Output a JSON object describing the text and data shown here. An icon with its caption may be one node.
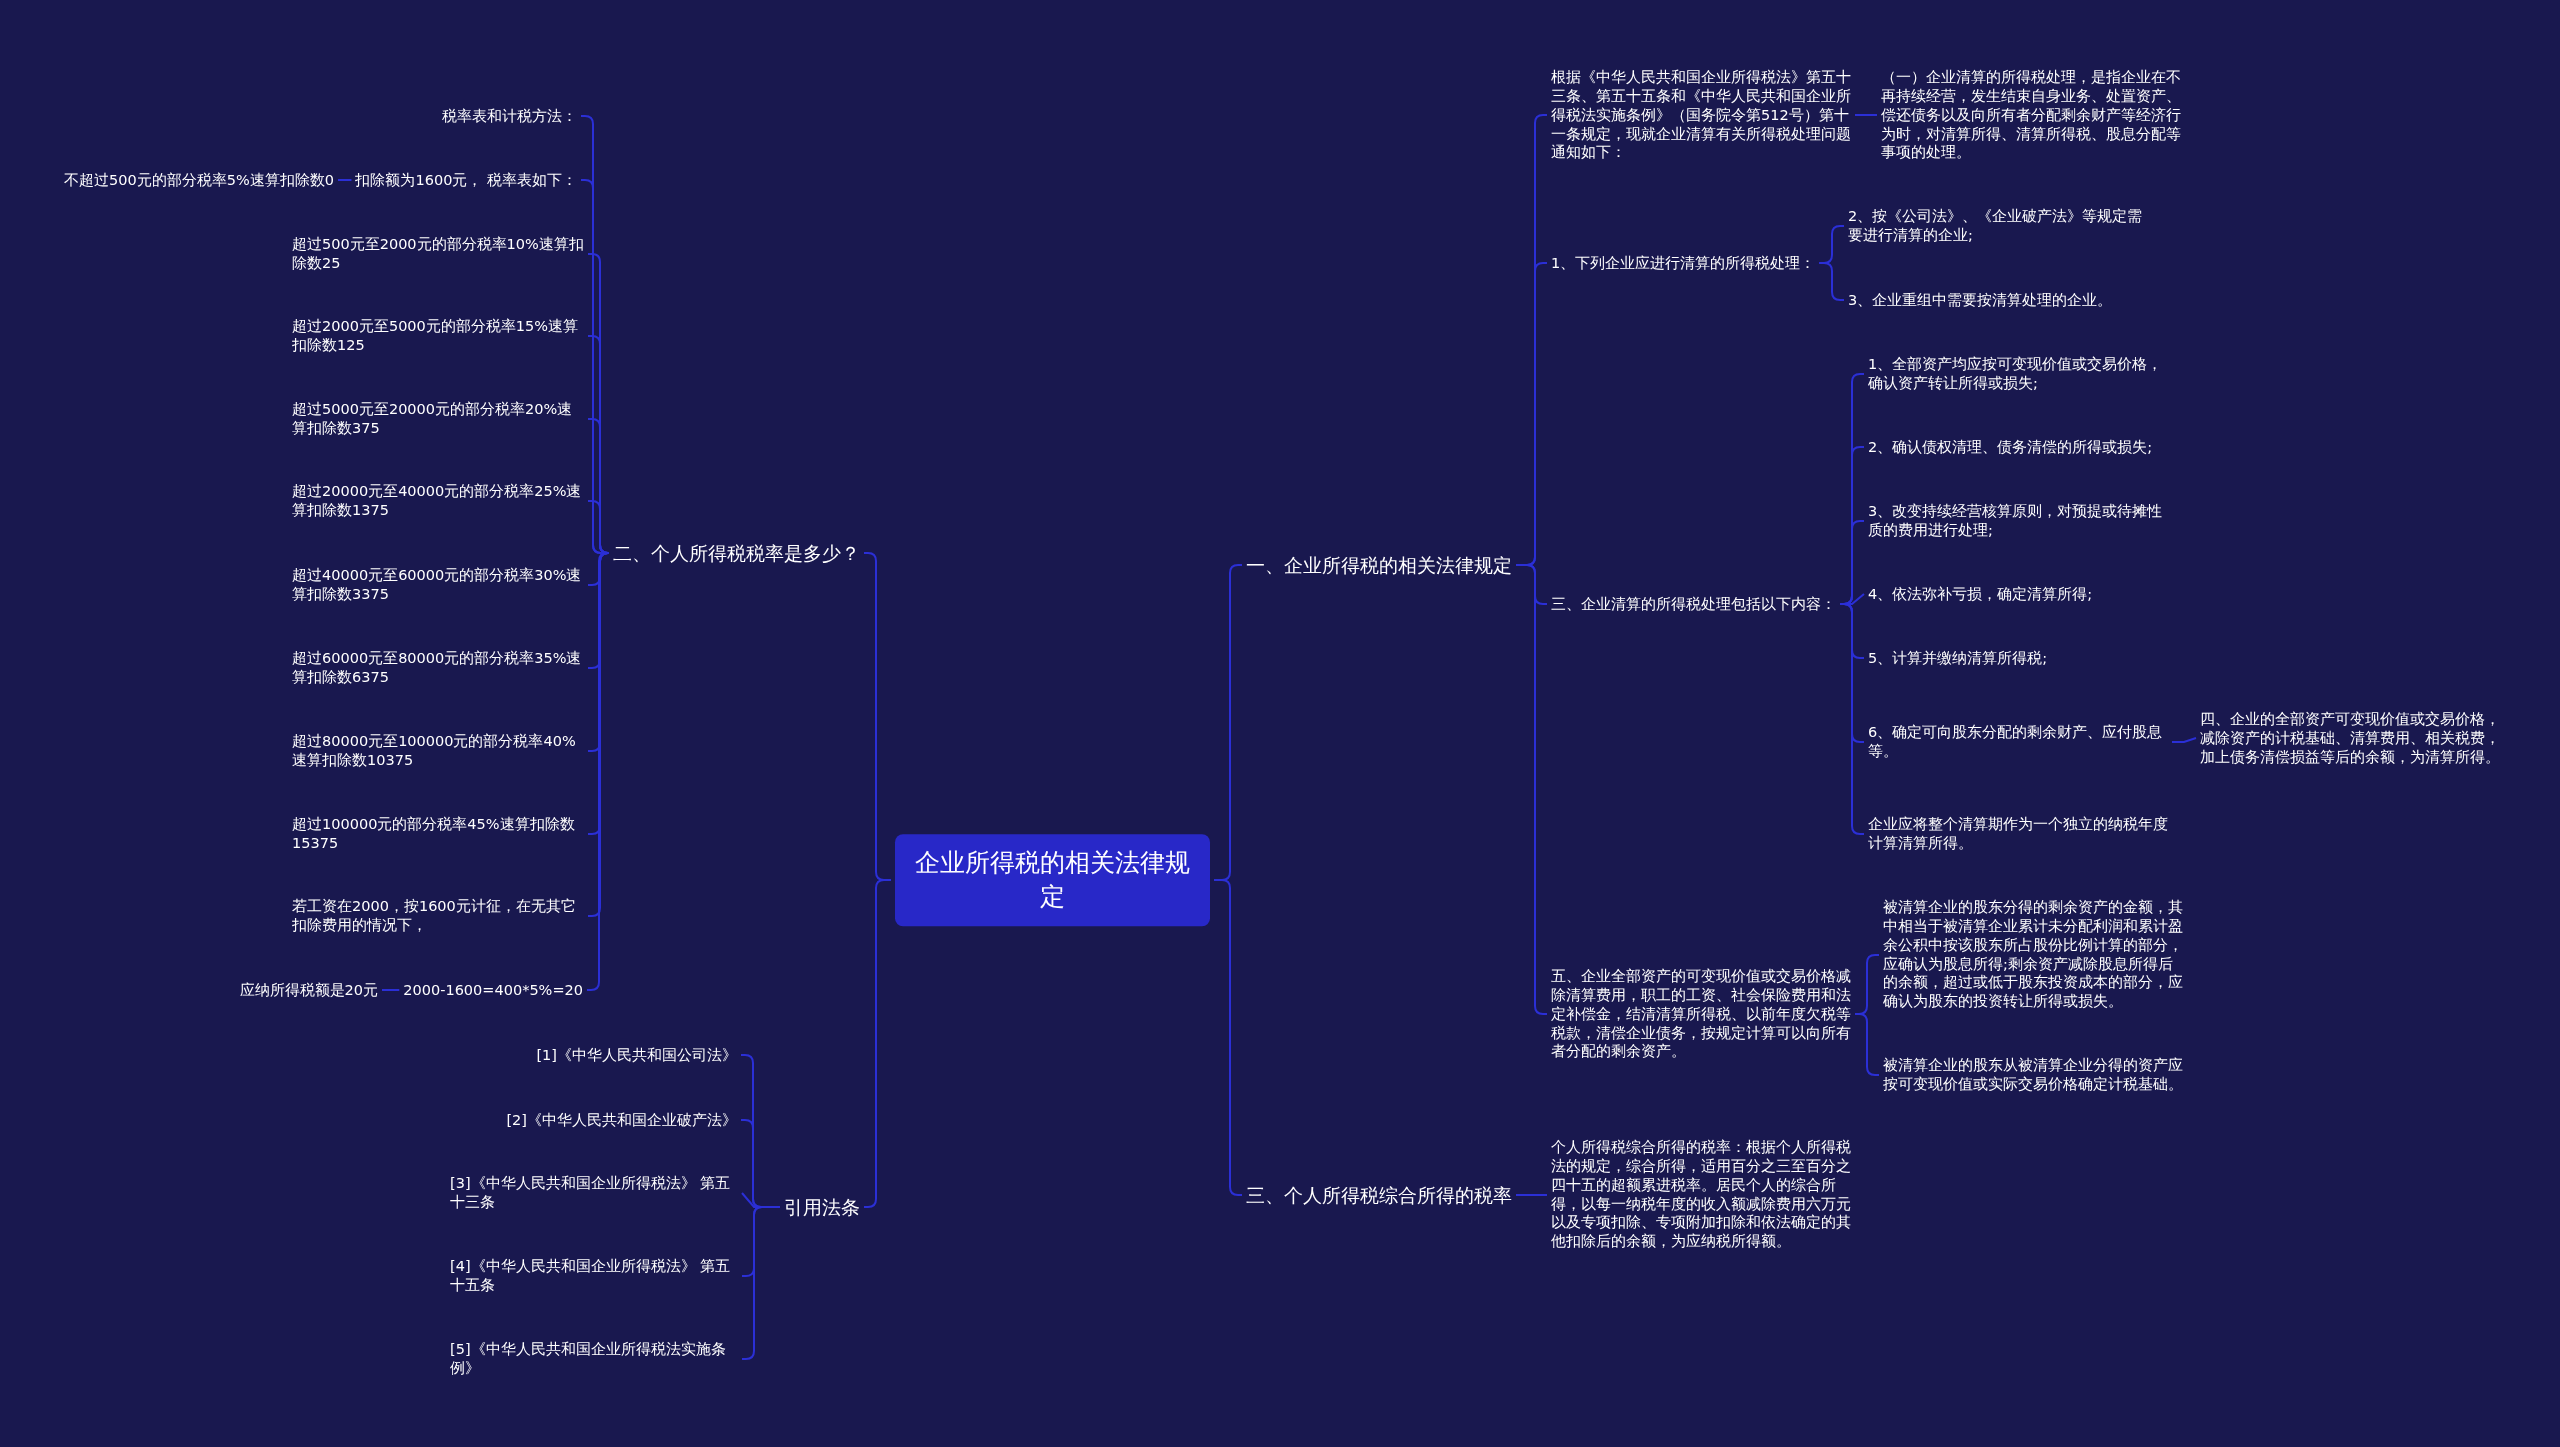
{
  "diagram": {
    "nodes": [
      {
        "text": [
          "企业所得税的相关法律规定"
        ]
      },
      {
        "text": [
          "一、企业所得税的相关法律规定"
        ]
      },
      {
        "text": [
          "根据《中华人民共和国企业所得税法》第五十三条、第五十五条和《中华人民共和国企业所得税法实施条例》（国务院令第512号）第十一条规定，现就企业清算有关所得税处理问题通知如下："
        ]
      },
      {
        "text": [
          "（一）企业清算的所得税处理，是指企业在不再持续经营，发生结束自身业务、处置资产、偿还债务以及向所有者分配剩余财产等经济行为时，对清算所得、清算所得税、股息分配等事项的处理。"
        ]
      },
      {
        "text": [
          "1、下列企业应进行清算的所得税处理："
        ]
      },
      {
        "text": [
          "2、按《公司法》、《企业破产法》等规定需要进行清算的企业;"
        ]
      },
      {
        "text": [
          "3、企业重组中需要按清算处理的企业。"
        ]
      },
      {
        "text": [
          "三、企业清算的所得税处理包括以下内容："
        ]
      },
      {
        "text": [
          "1、全部资产均应按可变现价值或交易价格，确认资产转让所得或损失;"
        ]
      },
      {
        "text": [
          "2、确认债权清理、债务清偿的所得或损失;"
        ]
      },
      {
        "text": [
          "3、改变持续经营核算原则，对预提或待摊性质的费用进行处理;"
        ]
      },
      {
        "text": [
          "4、依法弥补亏损，确定清算所得;"
        ]
      },
      {
        "text": [
          "5、计算并缴纳清算所得税;"
        ]
      },
      {
        "text": [
          "6、确定可向股东分配的剩余财产、应付股息等。"
        ]
      },
      {
        "text": [
          "企业应将整个清算期作为一个独立的纳税年度计算清算所得。"
        ]
      },
      {
        "text": [
          "四、企业的全部资产可变现价值或交易价格，减除资产的计税基础、清算费用、相关税费，加上债务清偿损益等后的余额，为清算所得。"
        ]
      },
      {
        "text": [
          "五、企业全部资产的可变现价值或交易价格减除清算费用，职工的工资、社会保险费用和法定补偿金，结清清算所得税、以前年度欠税等税款，清偿企业债务，按规定计算可以向所有者分配的剩余资产。"
        ]
      },
      {
        "text": [
          "被清算企业的股东分得的剩余资产的金额，其中相当于被清算企业累计未分配利润和累计盈余公积中按该股东所占股份比例计算的部分，应确认为股息所得;剩余资产减除股息所得后的余额，超过或低于股东投资成本的部分，应确认为股东的投资转让所得或损失。"
        ]
      },
      {
        "text": [
          "被清算企业的股东从被清算企业分得的资产应按可变现价值或实际交易价格确定计税基础。"
        ]
      },
      {
        "text": [
          "三、个人所得税综合所得的税率"
        ]
      },
      {
        "text": [
          "个人所得税综合所得的税率：根据个人所得税法的规定，综合所得，适用百分之三至百分之四十五的超额累进税率。居民个人的综合所得，以每一纳税年度的收入额减除费用六万元以及专项扣除、专项附加扣除和依法确定的其他扣除后的余额，为应纳税所得额。"
        ]
      },
      {
        "text": [
          "二、个人所得税税率是多少？"
        ]
      },
      {
        "text": [
          "税率表和计税方法："
        ]
      },
      {
        "text": [
          "扣除额为1600元， 税率表如下："
        ]
      },
      {
        "text": [
          "不超过500元的部分税率5%速算扣除数0"
        ]
      },
      {
        "text": [
          "超过500元至2000元的部分税率10%速算扣除数25"
        ]
      },
      {
        "text": [
          "超过2000元至5000元的部分税率15%速算扣除数125"
        ]
      },
      {
        "text": [
          "超过5000元至20000元的部分税率20%速算扣除数375"
        ]
      },
      {
        "text": [
          "超过20000元至40000元的部分税率25%速算扣除数1375"
        ]
      },
      {
        "text": [
          "超过40000元至60000元的部分税率30%速算扣除数3375"
        ]
      },
      {
        "text": [
          "超过60000元至80000元的部分税率35%速算扣除数6375"
        ]
      },
      {
        "text": [
          "超过80000元至100000元的部分税率40%速算扣除数10375"
        ]
      },
      {
        "text": [
          "超过100000元的部分税率45%速算扣除数15375"
        ]
      },
      {
        "text": [
          "若工资在2000，按1600元计征，在无其它扣除费用的情况下，"
        ]
      },
      {
        "text": [
          "2000-1600=400*5%=20"
        ]
      },
      {
        "text": [
          "应纳所得税额是20元"
        ]
      },
      {
        "text": [
          "引用法条"
        ]
      },
      {
        "text": [
          "[1]《中华人民共和国公司法》"
        ]
      },
      {
        "text": [
          "[2]《中华人民共和国企业破产法》"
        ]
      },
      {
        "text": [
          "[3]《中华人民共和国企业所得税法》 第五十三条"
        ]
      },
      {
        "text": [
          "[4]《中华人民共和国企业所得税法》 第五十五条"
        ]
      },
      {
        "text": [
          "[5]《中华人民共和国企业所得税法实施条例》"
        ]
      }
    ],
    "edges": [
      {
        "from": 0,
        "to": 1,
        "arrow": "none"
      },
      {
        "from": 0,
        "to": 19,
        "arrow": "none"
      },
      {
        "from": 0,
        "to": 21,
        "arrow": "none"
      },
      {
        "from": 0,
        "to": 36,
        "arrow": "none"
      },
      {
        "from": 1,
        "to": 2,
        "arrow": "none"
      },
      {
        "from": 1,
        "to": 4,
        "arrow": "none"
      },
      {
        "from": 1,
        "to": 7,
        "arrow": "none"
      },
      {
        "from": 1,
        "to": 16,
        "arrow": "none"
      },
      {
        "from": 2,
        "to": 3,
        "arrow": "none"
      },
      {
        "from": 4,
        "to": 5,
        "arrow": "none"
      },
      {
        "from": 4,
        "to": 6,
        "arrow": "none"
      },
      {
        "from": 7,
        "to": 8,
        "arrow": "none"
      },
      {
        "from": 7,
        "to": 9,
        "arrow": "none"
      },
      {
        "from": 7,
        "to": 10,
        "arrow": "none"
      },
      {
        "from": 7,
        "to": 11,
        "arrow": "none"
      },
      {
        "from": 7,
        "to": 12,
        "arrow": "none"
      },
      {
        "from": 7,
        "to": 13,
        "arrow": "none"
      },
      {
        "from": 7,
        "to": 14,
        "arrow": "none"
      },
      {
        "from": 13,
        "to": 15,
        "arrow": "none"
      },
      {
        "from": 16,
        "to": 17,
        "arrow": "none"
      },
      {
        "from": 16,
        "to": 18,
        "arrow": "none"
      },
      {
        "from": 19,
        "to": 20,
        "arrow": "none"
      },
      {
        "from": 21,
        "to": 22,
        "arrow": "none"
      },
      {
        "from": 21,
        "to": 23,
        "arrow": "none"
      },
      {
        "from": 23,
        "to": 24,
        "arrow": "none"
      },
      {
        "from": 21,
        "to": 25,
        "arrow": "none"
      },
      {
        "from": 21,
        "to": 26,
        "arrow": "none"
      },
      {
        "from": 21,
        "to": 27,
        "arrow": "none"
      },
      {
        "from": 21,
        "to": 28,
        "arrow": "none"
      },
      {
        "from": 21,
        "to": 29,
        "arrow": "none"
      },
      {
        "from": 21,
        "to": 30,
        "arrow": "none"
      },
      {
        "from": 21,
        "to": 31,
        "arrow": "none"
      },
      {
        "from": 21,
        "to": 32,
        "arrow": "none"
      },
      {
        "from": 21,
        "to": 33,
        "arrow": "none"
      },
      {
        "from": 21,
        "to": 34,
        "arrow": "none"
      },
      {
        "from": 34,
        "to": 35,
        "arrow": "none"
      },
      {
        "from": 36,
        "to": 37,
        "arrow": "none"
      },
      {
        "from": 36,
        "to": 38,
        "arrow": "none"
      },
      {
        "from": 36,
        "to": 39,
        "arrow": "none"
      },
      {
        "from": 36,
        "to": 40,
        "arrow": "none"
      },
      {
        "from": 36,
        "to": 41,
        "arrow": "none"
      }
    ]
  }
}
